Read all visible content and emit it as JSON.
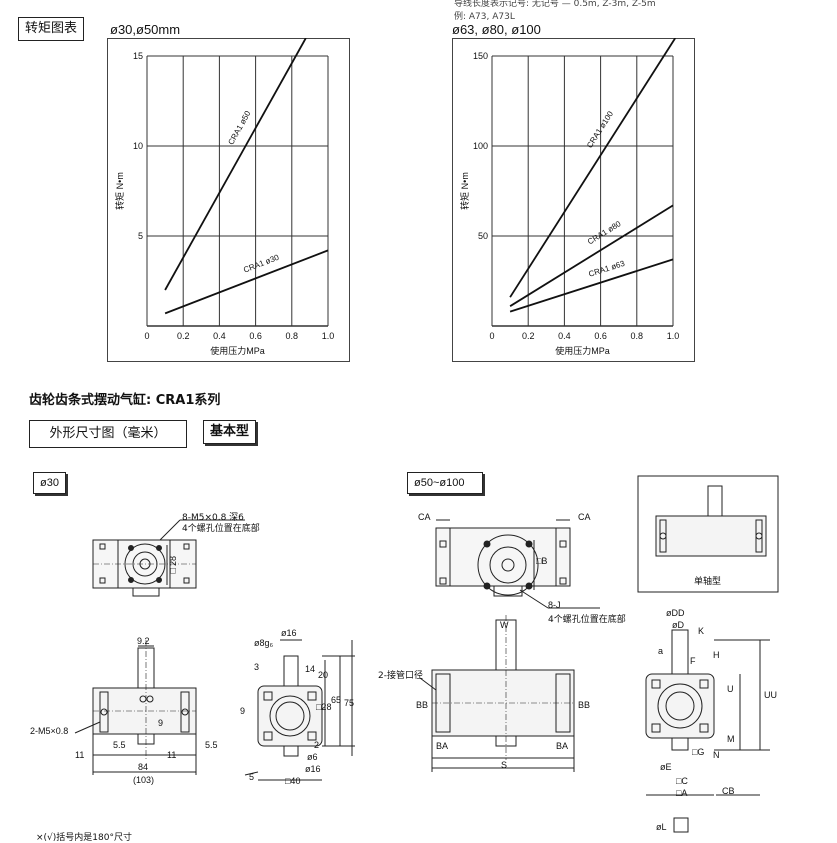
{
  "header": {
    "torque_tag": "转矩图表",
    "top_note_line1": "导线长度表示记号: 无记号 — 0.5m, Z-3m, Z-5m",
    "top_note_line2": "例: A73, A73L"
  },
  "section": {
    "title": "齿轮齿条式摆动气缸: CRA1系列",
    "dims_tag": "外形尺寸图（毫米）",
    "basic_tag": "基本型"
  },
  "chart_data": [
    {
      "type": "line",
      "title": "ø30,ø50mm",
      "xlabel": "使用压力MPa",
      "ylabel": "转矩 N•m",
      "xlim": [
        0,
        1.0
      ],
      "ylim": [
        0,
        15
      ],
      "xticks": [
        "0",
        "0.2",
        "0.4",
        "0.6",
        "0.8",
        "1.0"
      ],
      "yticks": [
        "5",
        "10",
        "15"
      ],
      "grid": true,
      "series": [
        {
          "name": "CRA1 ø50",
          "x": [
            0.1,
            0.85
          ],
          "y": [
            2.0,
            15.5
          ]
        },
        {
          "name": "CRA1 ø30",
          "x": [
            0.1,
            1.0
          ],
          "y": [
            0.7,
            4.2
          ]
        }
      ]
    },
    {
      "type": "line",
      "title": "ø63, ø80, ø100",
      "xlabel": "使用压力MPa",
      "ylabel": "转矩 N•m",
      "xlim": [
        0,
        1.0
      ],
      "ylim": [
        0,
        150
      ],
      "xticks": [
        "0",
        "0.2",
        "0.4",
        "0.6",
        "0.8",
        "1.0"
      ],
      "yticks": [
        "50",
        "100",
        "150"
      ],
      "grid": true,
      "series": [
        {
          "name": "CRA1 ø100",
          "x": [
            0.1,
            1.0
          ],
          "y": [
            16,
            158
          ]
        },
        {
          "name": "CRA1 ø80",
          "x": [
            0.1,
            1.0
          ],
          "y": [
            11,
            67
          ]
        },
        {
          "name": "CRA1 ø63",
          "x": [
            0.1,
            1.0
          ],
          "y": [
            8,
            37
          ]
        }
      ]
    }
  ],
  "drawings": {
    "d30": {
      "tag": "ø30",
      "note_screw": "8-M5×0.8 深6",
      "note_pos": "4个螺孔位置在底部",
      "dim_28": "□28",
      "dim_9_2": "9.2",
      "dim_9": "9",
      "dim_m5": "2-M5×0.8",
      "dim_5_5a": "5.5",
      "dim_5_5b": "5.5",
      "dim_11a": "11",
      "dim_11b": "11",
      "dim_84": "84",
      "dim_103": "(103)",
      "dim_16": "ø16",
      "dim_8g6": "ø8g₆",
      "dim_3": "3",
      "dim_14": "14",
      "dim_20": "20",
      "dim_65": "65",
      "dim_75": "75",
      "dim_9v": "9",
      "dim_28b": "□28",
      "dim_40": "□40",
      "dim_2": "2",
      "dim_16b": "ø16",
      "dim_6": "ø6",
      "dim_5": "5",
      "bottom_note": "×(√)括号内是180°尺寸"
    },
    "d50": {
      "tag": "ø50~ø100",
      "ca_left": "CA",
      "ca_right": "CA",
      "dim_b": "□B",
      "note_8j": "8-J",
      "note_pos": "4个螺孔位置在底部",
      "dim_w": "W",
      "port": "2-接管口径",
      "bb_left": "BB",
      "bb_right": "BB",
      "ba_left": "BA",
      "ba_right": "BA",
      "dim_s": "S"
    },
    "single": {
      "caption": "单轴型"
    },
    "side": {
      "dd": "øDD",
      "d": "øD",
      "k": "K",
      "a": "a",
      "f": "F",
      "h": "H",
      "u": "U",
      "uu": "UU",
      "m": "M",
      "n": "N",
      "g": "□G",
      "e": "øE",
      "c": "□C",
      "ax": "□A",
      "cb": "CB",
      "l": "øL"
    }
  }
}
